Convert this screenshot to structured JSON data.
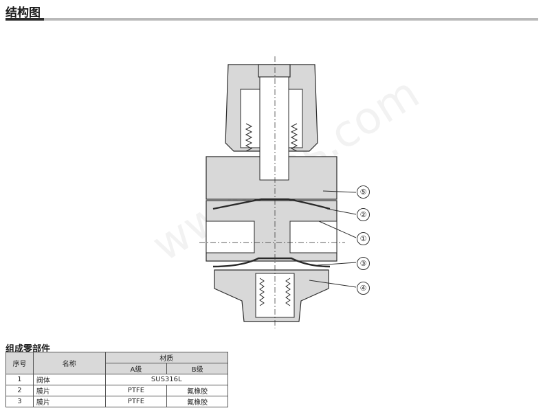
{
  "header": {
    "title": "结构图"
  },
  "diagram": {
    "callouts": [
      "⑤",
      "②",
      "①",
      "③",
      "④"
    ]
  },
  "parts": {
    "title": "组成零部件",
    "headers": {
      "no": "序号",
      "name": "名称",
      "material": "材质",
      "grade_a": "A级",
      "grade_b": "B级"
    },
    "rows": [
      {
        "no": "1",
        "name": "阀体",
        "a": "SUS316L",
        "b": ""
      },
      {
        "no": "2",
        "name": "膜片",
        "a": "PTFE",
        "b": "氟橡胶"
      },
      {
        "no": "3",
        "name": "膜片",
        "a": "PTFE",
        "b": "氟橡胶"
      }
    ]
  },
  "colors": {
    "line": "#2a2a2a",
    "fill": "#d8d8d8",
    "header_bg": "#d9d9d9",
    "rule": "#b9b9b9"
  }
}
